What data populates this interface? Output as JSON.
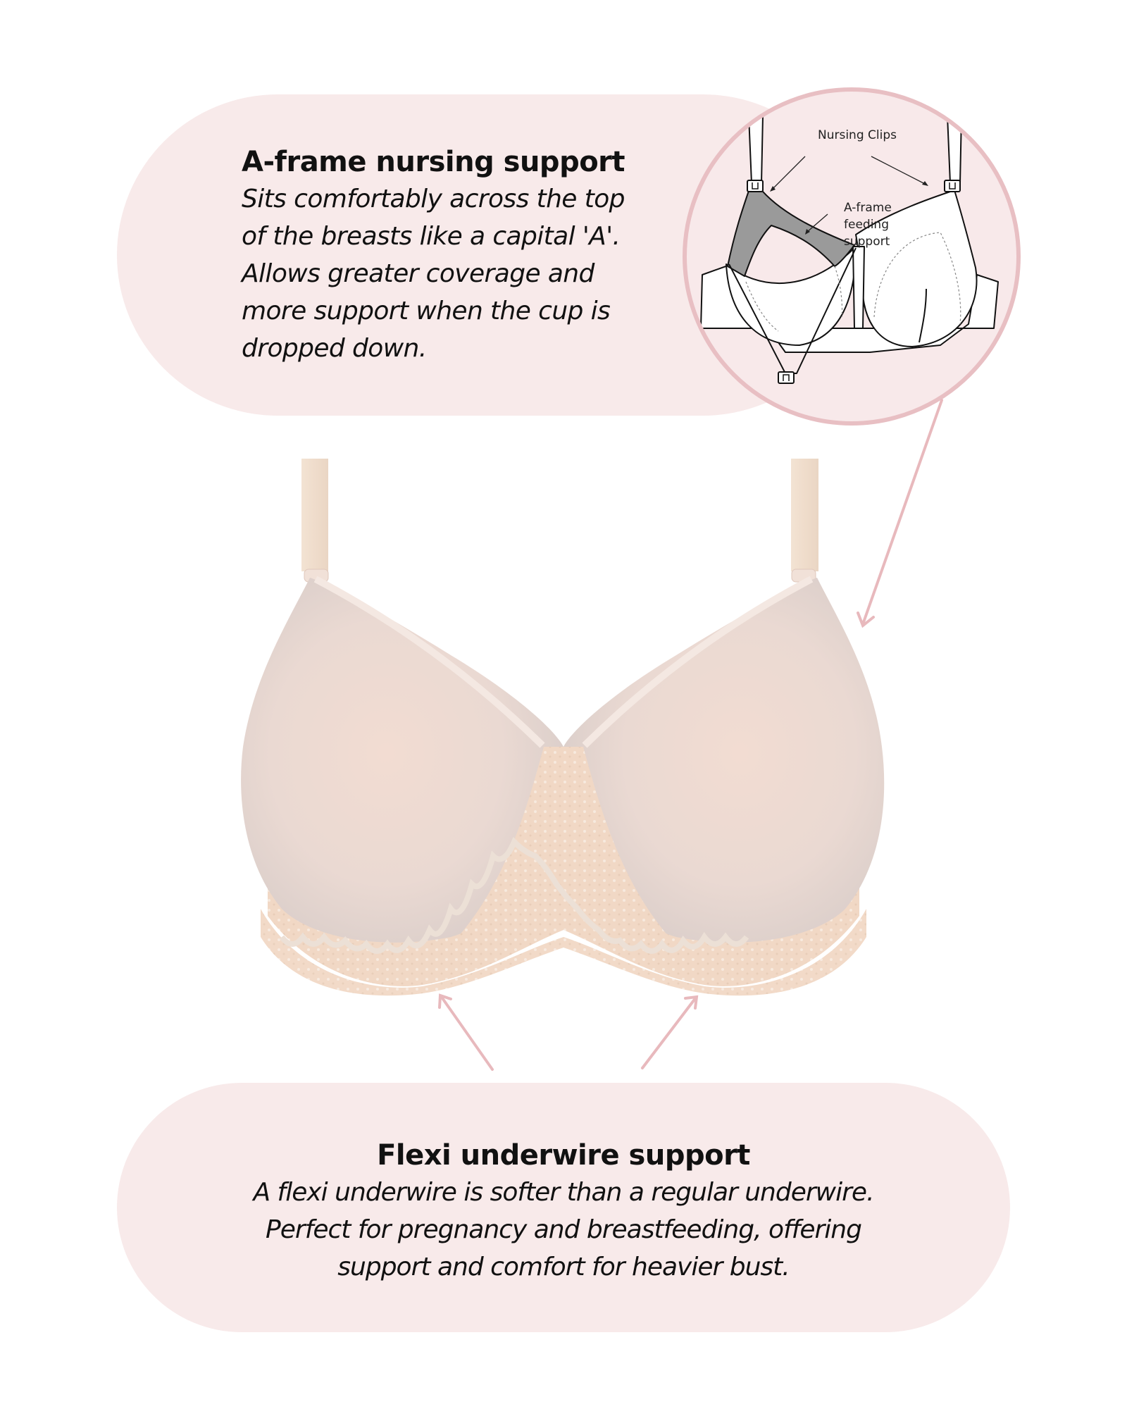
{
  "top_feature": {
    "title": "A-frame nursing support",
    "body": "Sits comfortably across the top\nof the breasts like a capital 'A'.\nAllows greater coverage and\nmore support when the cup is\ndropped down."
  },
  "diagram": {
    "label_clips": "Nursing Clips",
    "label_aframe": "A-frame\nfeeding\nsupport",
    "icons": [
      "nursing-clip-icon",
      "arrow-icon"
    ]
  },
  "bottom_feature": {
    "title": "Flexi underwire support",
    "body": "A flexi underwire is softer than a regular underwire.\nPerfect for pregnancy and breastfeeding, offering\nsupport and comfort for heavier bust."
  },
  "colors": {
    "pill_bg": "#f8eaea",
    "ring": "#e8bfc3",
    "arrow": "#e8b9bd",
    "fabric": "#efe0d9",
    "lace": "#f1d9c8",
    "aframe_gray": "#9a9a9a"
  }
}
